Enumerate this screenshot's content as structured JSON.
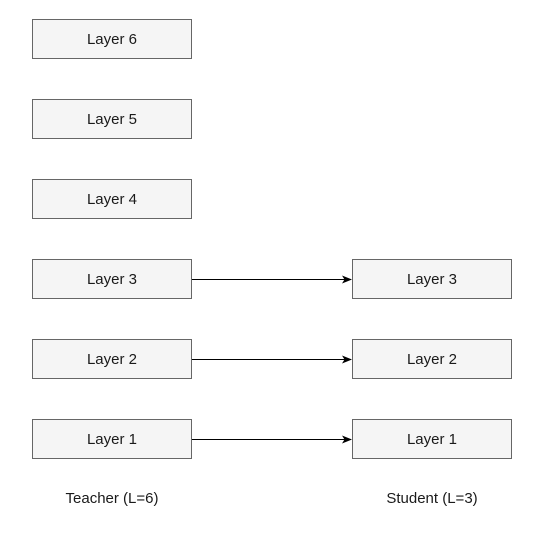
{
  "teacher": {
    "caption": "Teacher (L=6)",
    "layers": [
      "Layer 6",
      "Layer 5",
      "Layer 4",
      "Layer 3",
      "Layer 2",
      "Layer 1"
    ]
  },
  "student": {
    "caption": "Student (L=3)",
    "layers": [
      "Layer 3",
      "Layer 2",
      "Layer 1"
    ]
  },
  "connections": [
    {
      "from": "teacher.Layer 3",
      "to": "student.Layer 3"
    },
    {
      "from": "teacher.Layer 2",
      "to": "student.Layer 2"
    },
    {
      "from": "teacher.Layer 1",
      "to": "student.Layer 1"
    }
  ],
  "colors": {
    "box_fill": "#f5f5f5",
    "box_border": "#666666",
    "arrow": "#000000",
    "text": "#1a1a1a"
  }
}
